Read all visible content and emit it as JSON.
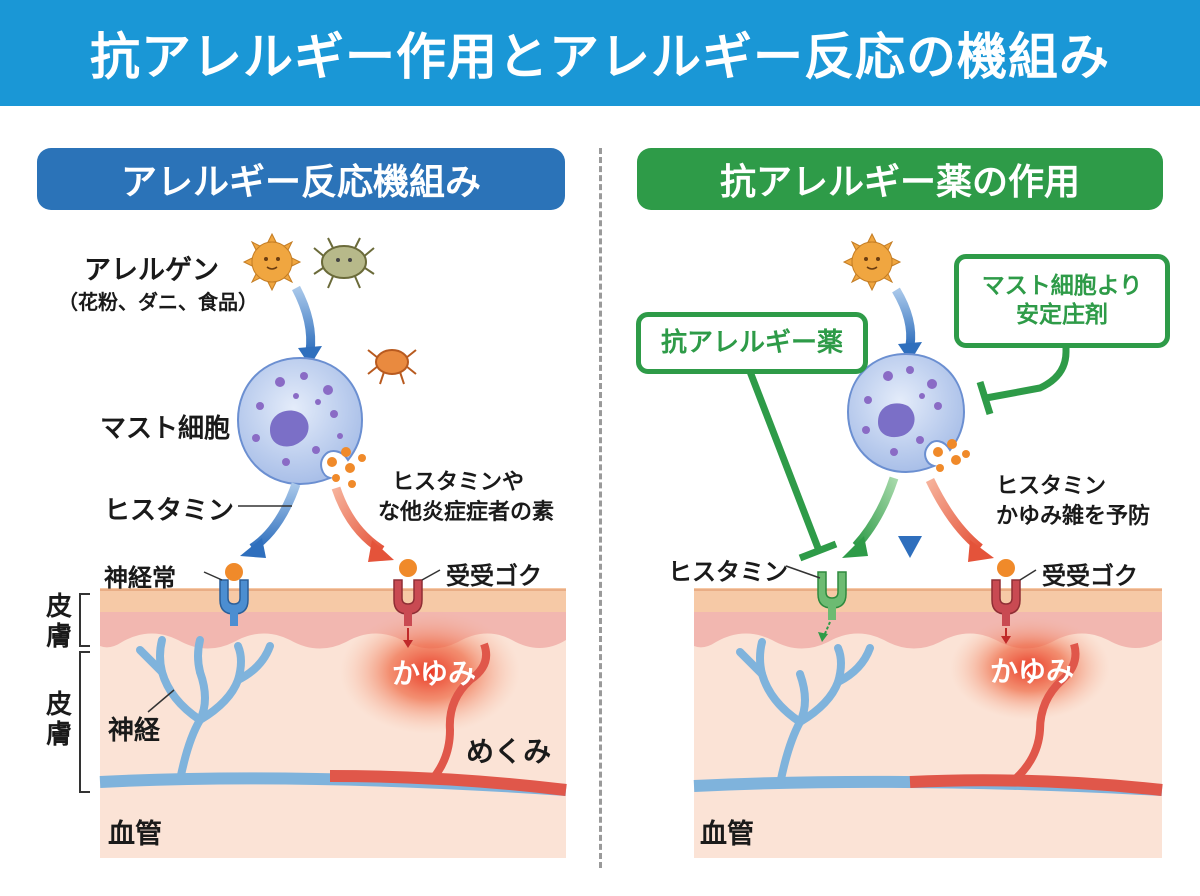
{
  "title": "抗アレルギー作用とアレルギー反応の機組み",
  "left": {
    "header": "アレルギー反応機組み",
    "allergen_label": "アレルゲン",
    "allergen_sub": "（花粉、ダニ、食品）",
    "mast_cell": "マスト細胞",
    "histamine": "ヒスタミン",
    "histamine_other_line1": "ヒスタミンや",
    "histamine_other_line2": "な他炎症症者の素",
    "nerve_receptor": "神経常",
    "receptor": "受受ゴク",
    "layer_top": "皮膚",
    "layer_bottom": "皮膚",
    "nerve": "神経",
    "itch": "かゆみ",
    "meguri": "めくみ",
    "vessel": "血管"
  },
  "right": {
    "header": "抗アレルギー薬の作用",
    "drug_box": "抗アレルギー薬",
    "stabilizer_line1": "マスト細胞より",
    "stabilizer_line2": "安定庄剤",
    "histamine": "ヒスタミン",
    "prevent_line1": "ヒスタミン",
    "prevent_line2": "かゆみ雑を予防",
    "receptor": "受受ゴク",
    "itch": "かゆみ",
    "vessel": "血管"
  },
  "colors": {
    "title_bg": "#1a97d6",
    "blue_header": "#2b73b8",
    "green_header": "#2e9b48",
    "arrow_blue": "#2f6fbd",
    "arrow_red": "#e4533a",
    "inhibit_green": "#2e9b48",
    "skin_top": "#f6c9a6",
    "skin_mid": "#f2b7b0",
    "dermis": "#fbe3d6",
    "nerve": "#7fb3dc",
    "vessel_red": "#e0574a"
  },
  "icons": [
    "pollen-icon",
    "dust-mite-icon",
    "mast-cell-icon",
    "receptor-icon",
    "nerve-icon",
    "blood-vessel-icon"
  ]
}
